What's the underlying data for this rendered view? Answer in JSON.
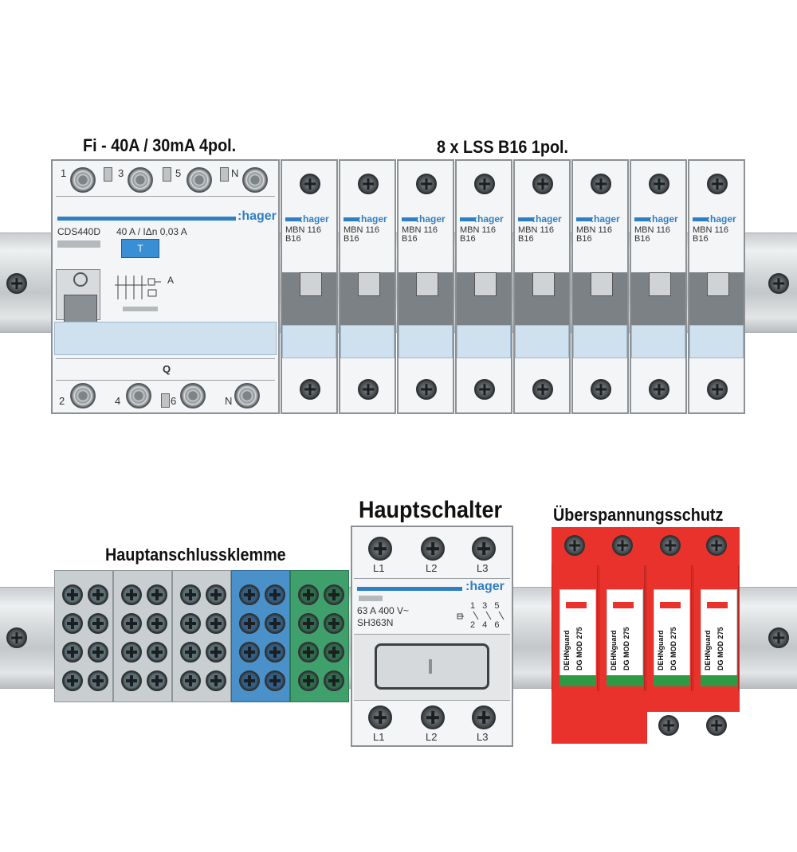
{
  "titles": {
    "rcd": "Fi - 40A / 30mA 4pol.",
    "mcb": "8 x LSS B16 1pol.",
    "main_switch": "Hauptschalter",
    "terminal": "Hauptanschlussklemme",
    "spd": "Überspannungsschutz"
  },
  "rcd": {
    "brand": ":hager",
    "model": "CDS440D",
    "rating": "40 A / IΔn 0,03 A",
    "test_button": "T",
    "terminal_top": [
      "1",
      "3",
      "5",
      "N"
    ],
    "terminal_bottom": [
      "2",
      "4",
      "6",
      "N"
    ],
    "front_label": "Q",
    "schematic_a": "A"
  },
  "mcb": {
    "count": 8,
    "brand": ":hager",
    "model": "MBN 116",
    "curve": "B16"
  },
  "main_switch": {
    "brand": ":hager",
    "rating": "63 A 400 V~",
    "model": "SH363N",
    "top_labels": [
      "L1",
      "L2",
      "L3"
    ],
    "bottom_labels": [
      "L1",
      "L2",
      "L3"
    ],
    "schematic_top": "1 3 5",
    "schematic_bottom": "2 4 6"
  },
  "terminal_block": {
    "groups": [
      {
        "color": "#5e6f73"
      },
      {
        "color": "#5e6f73"
      },
      {
        "color": "#5e6f73"
      },
      {
        "color": "#2f6fa8"
      },
      {
        "color": "#2f8a5a"
      }
    ]
  },
  "spd": {
    "modules": 4,
    "brand": "DEHNguard",
    "model": "DG MOD 275",
    "color": "#e8322b"
  },
  "colors": {
    "hager_blue": "#2f7fc4",
    "window_blue": "#cfe1ef",
    "terminal_grey": "#c9cfd1",
    "terminal_blue": "#4a90c9",
    "terminal_green": "#3fa06c",
    "spd_red": "#e8322b"
  }
}
